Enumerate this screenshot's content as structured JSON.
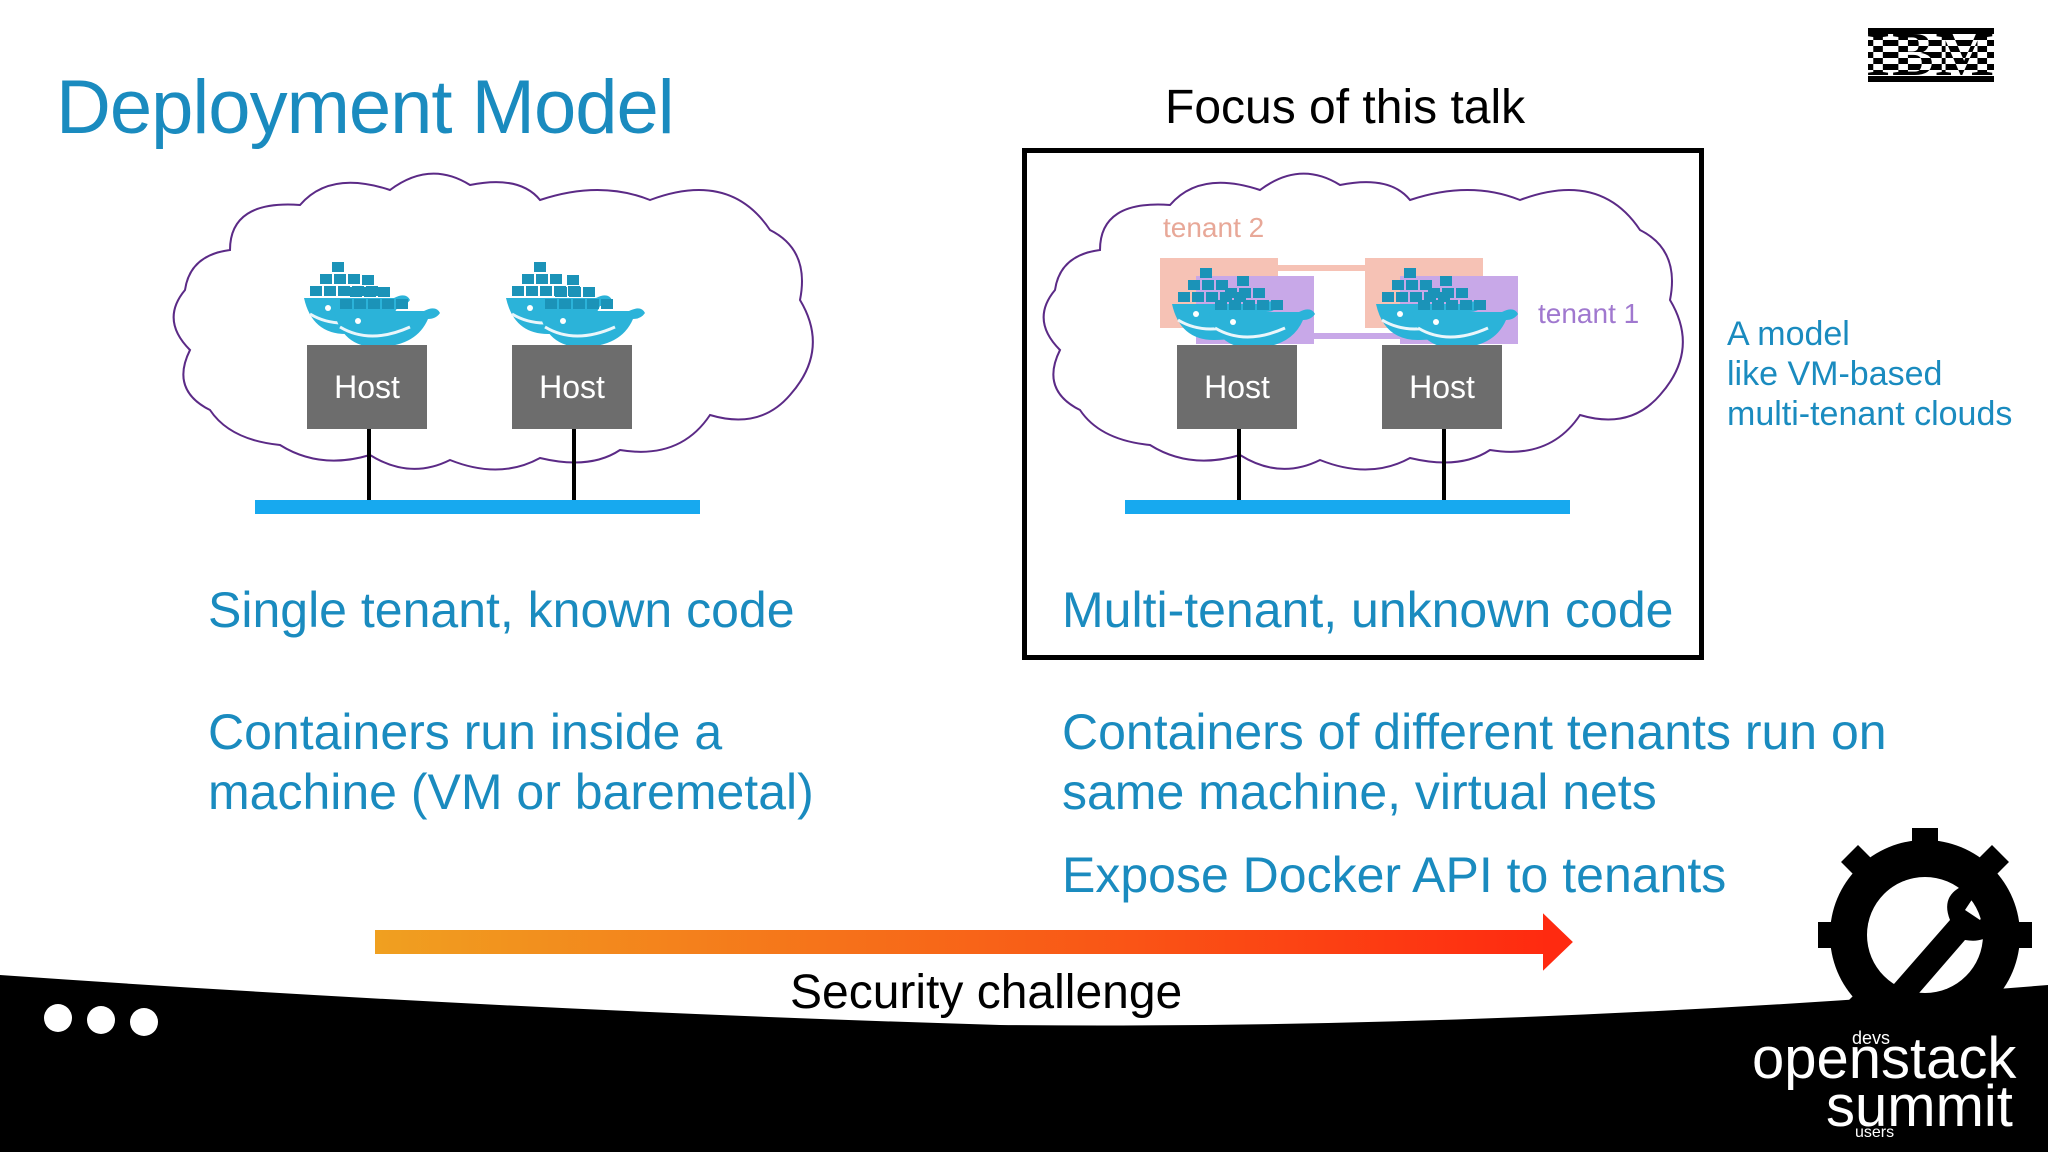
{
  "slide": {
    "title": "Deployment Model",
    "focus_label": "Focus of this talk",
    "left_diagram": {
      "hosts": [
        "Host",
        "Host"
      ],
      "caption": "Single tenant, known code",
      "description": [
        "Containers run inside a",
        "machine (VM or baremetal)"
      ]
    },
    "right_diagram": {
      "hosts": [
        "Host",
        "Host"
      ],
      "tenant_labels": [
        "tenant 2",
        "tenant 1"
      ],
      "caption": "Multi-tenant, unknown code",
      "description": [
        "Containers of different tenants run on",
        "same machine, virtual nets"
      ],
      "extra": "Expose Docker API to tenants"
    },
    "side_note": [
      "A model",
      "like VM-based",
      "multi-tenant clouds"
    ],
    "arrow_label": "Security challenge",
    "brand": {
      "company": "IBM",
      "summit_line1": "openstack",
      "summit_line2": "summit",
      "summit_top": "devs",
      "summit_bottom": "users"
    }
  },
  "colors": {
    "title_blue": "#1a8bbf",
    "cloud_outline": "#5b2a86",
    "net_bar": "#17a9ef",
    "tenant1": "#c8a8e8",
    "tenant2": "#f6c2b5",
    "arrow_start": "#f0a020",
    "arrow_end": "#ff2a10"
  }
}
